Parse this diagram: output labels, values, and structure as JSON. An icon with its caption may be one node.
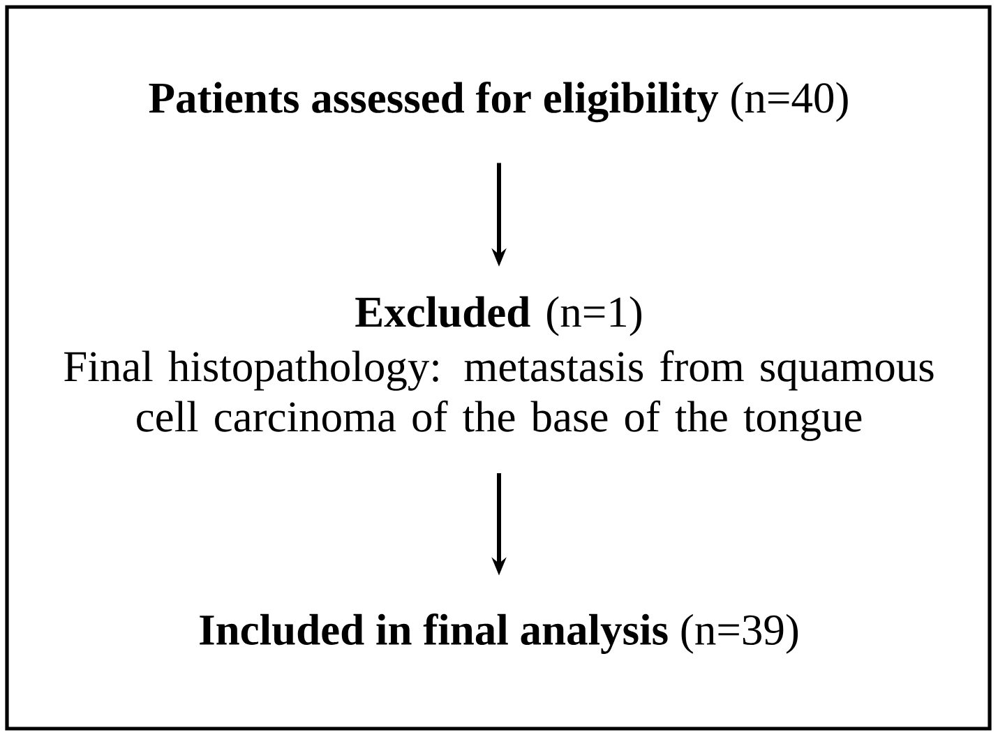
{
  "diagram": {
    "nodes": [
      {
        "text": [
          "**Patients assessed for eligibility** (n=40)"
        ]
      },
      {
        "text": [
          "**Excluded** (n=1)",
          "Final histopathology: metastasis from squamous cell carcinoma of the base of the tongue"
        ]
      },
      {
        "text": [
          "**Included in final analysis** (n=39)"
        ]
      }
    ],
    "edges": [
      {
        "from": 0,
        "to": 1,
        "arrow": "to"
      },
      {
        "from": 1,
        "to": 2,
        "arrow": "to"
      }
    ]
  }
}
